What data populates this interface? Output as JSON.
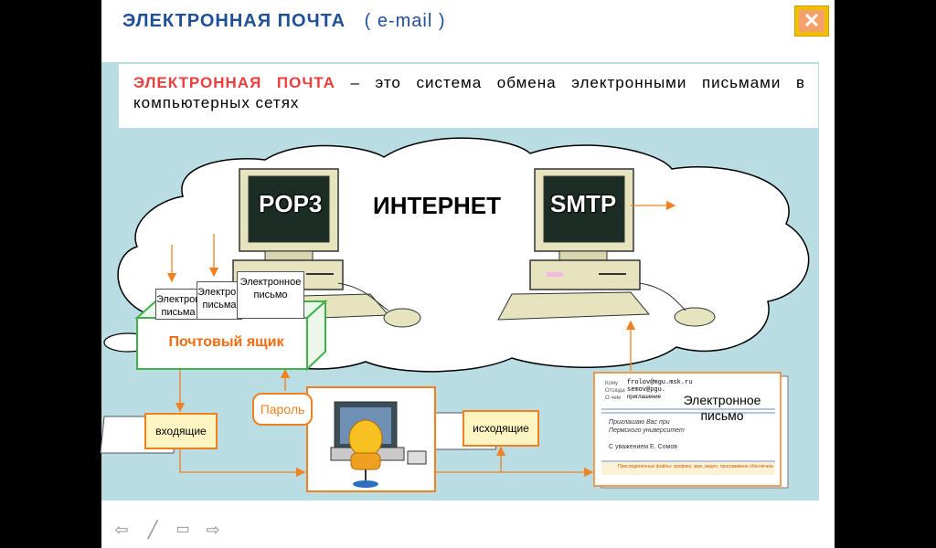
{
  "header": {
    "title": "ЭЛЕКТРОННАЯ  ПОЧТА",
    "subtitle": "( e-mail )",
    "close_icon": "close-icon"
  },
  "definition": {
    "term": "ЭЛЕКТРОННАЯ  ПОЧТА",
    "text": " – это система обмена электронными письмами в компьютерных сетях"
  },
  "diagram": {
    "protocol_left": "POP3",
    "protocol_right": "SMTP",
    "cloud_label": "ИНТЕРНЕТ",
    "notes": [
      "Электронные письма",
      "Электронные письма",
      "Электронное письмо"
    ],
    "mailbox": "Почтовый ящик",
    "incoming": "входящие",
    "outgoing": "исходящие",
    "password": "Пароль",
    "letter": {
      "title": "Электронное письмо",
      "to_label": "Кому",
      "to_value": "frolov@mgu.msk.ru",
      "from_label": "Отсюда",
      "from_value": "semov@pgu.",
      "subject_label": "О чем",
      "subject_value": "приглашение",
      "body_line1": "Приглашаю Вас при",
      "body_line2": "Пермского университет",
      "signature": "С уважением  Е. Сомов",
      "attachments": "Присоединенные файлы: графика, звук, видео, программное обеспечение и пр."
    }
  },
  "navigation": {
    "prev_icon": "arrow-left-icon",
    "pen_icon": "pen-icon",
    "menu_icon": "menu-icon",
    "next_icon": "arrow-right-icon"
  },
  "colors": {
    "title": "#1f4e9a",
    "accent_red": "#ec3e3e",
    "panel_bg": "#b9dde3",
    "arrow_orange": "#f08020",
    "mailbox_green": "#3fb04a"
  }
}
